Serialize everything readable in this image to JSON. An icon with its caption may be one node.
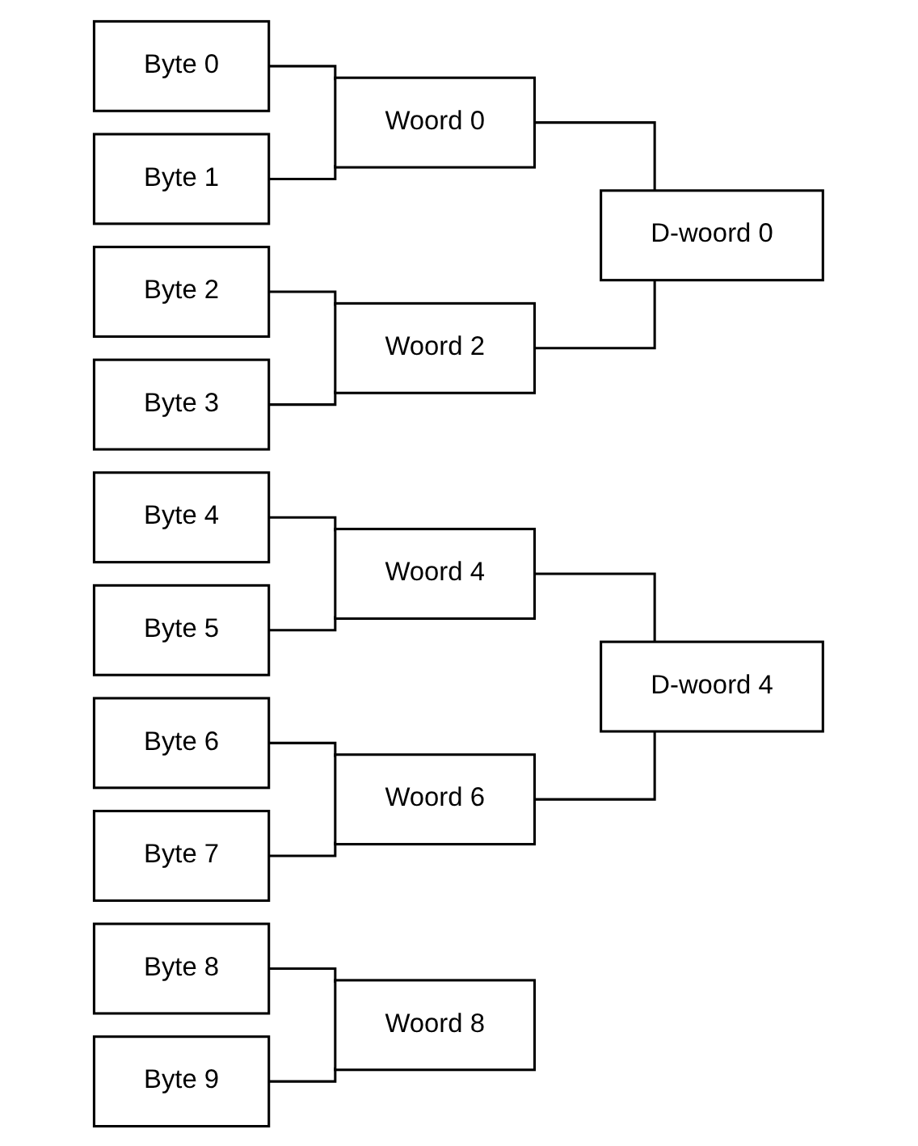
{
  "diagram": {
    "nodes": [
      {
        "text": [
          "Byte 0"
        ]
      },
      {
        "text": [
          "Byte 1"
        ]
      },
      {
        "text": [
          "Byte 2"
        ]
      },
      {
        "text": [
          "Byte 3"
        ]
      },
      {
        "text": [
          "Byte 4"
        ]
      },
      {
        "text": [
          "Byte 5"
        ]
      },
      {
        "text": [
          "Byte 6"
        ]
      },
      {
        "text": [
          "Byte 7"
        ]
      },
      {
        "text": [
          "Byte 8"
        ]
      },
      {
        "text": [
          "Byte 9"
        ]
      },
      {
        "text": [
          "Woord 0"
        ]
      },
      {
        "text": [
          "Woord 2"
        ]
      },
      {
        "text": [
          "D-woord 0"
        ]
      },
      {
        "text": [
          "Woord 4"
        ]
      },
      {
        "text": [
          "Woord 6"
        ]
      },
      {
        "text": [
          "D-woord 4"
        ]
      },
      {
        "text": [
          "Woord 8"
        ]
      }
    ],
    "edges": [
      {
        "from": 0,
        "to": 10,
        "arrow": "none"
      },
      {
        "from": 1,
        "to": 10,
        "arrow": "none"
      },
      {
        "from": 2,
        "to": 11,
        "arrow": "none"
      },
      {
        "from": 3,
        "to": 11,
        "arrow": "none"
      },
      {
        "from": 10,
        "to": 12,
        "arrow": "none"
      },
      {
        "from": 11,
        "to": 12,
        "arrow": "none"
      },
      {
        "from": 4,
        "to": 13,
        "arrow": "none"
      },
      {
        "from": 5,
        "to": 13,
        "arrow": "none"
      },
      {
        "from": 6,
        "to": 14,
        "arrow": "none"
      },
      {
        "from": 7,
        "to": 14,
        "arrow": "none"
      },
      {
        "from": 13,
        "to": 15,
        "arrow": "none"
      },
      {
        "from": 14,
        "to": 15,
        "arrow": "none"
      },
      {
        "from": 8,
        "to": 16,
        "arrow": "none"
      },
      {
        "from": 9,
        "to": 16,
        "arrow": "none"
      }
    ]
  }
}
